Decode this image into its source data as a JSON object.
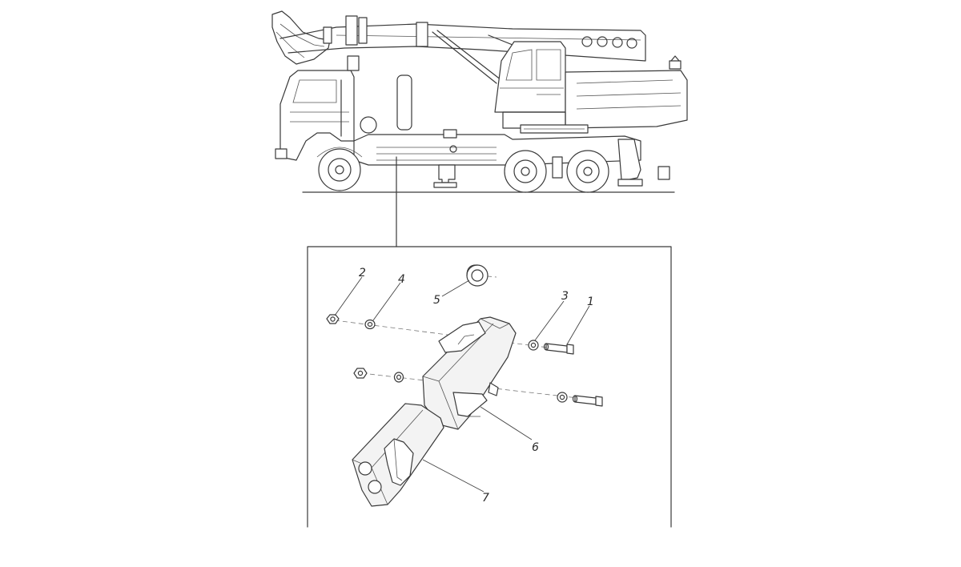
{
  "diagram": {
    "type": "exploded-assembly",
    "subject": "truck-mounted-crane-outrigger",
    "callouts": [
      {
        "id": "c1",
        "label": "1"
      },
      {
        "id": "c2",
        "label": "2"
      },
      {
        "id": "c3",
        "label": "3"
      },
      {
        "id": "c4",
        "label": "4"
      },
      {
        "id": "c5",
        "label": "5"
      },
      {
        "id": "c6",
        "label": "6"
      },
      {
        "id": "c7",
        "label": "7"
      }
    ],
    "colors": {
      "line": "#3a3a3a",
      "background": "#ffffff"
    }
  }
}
